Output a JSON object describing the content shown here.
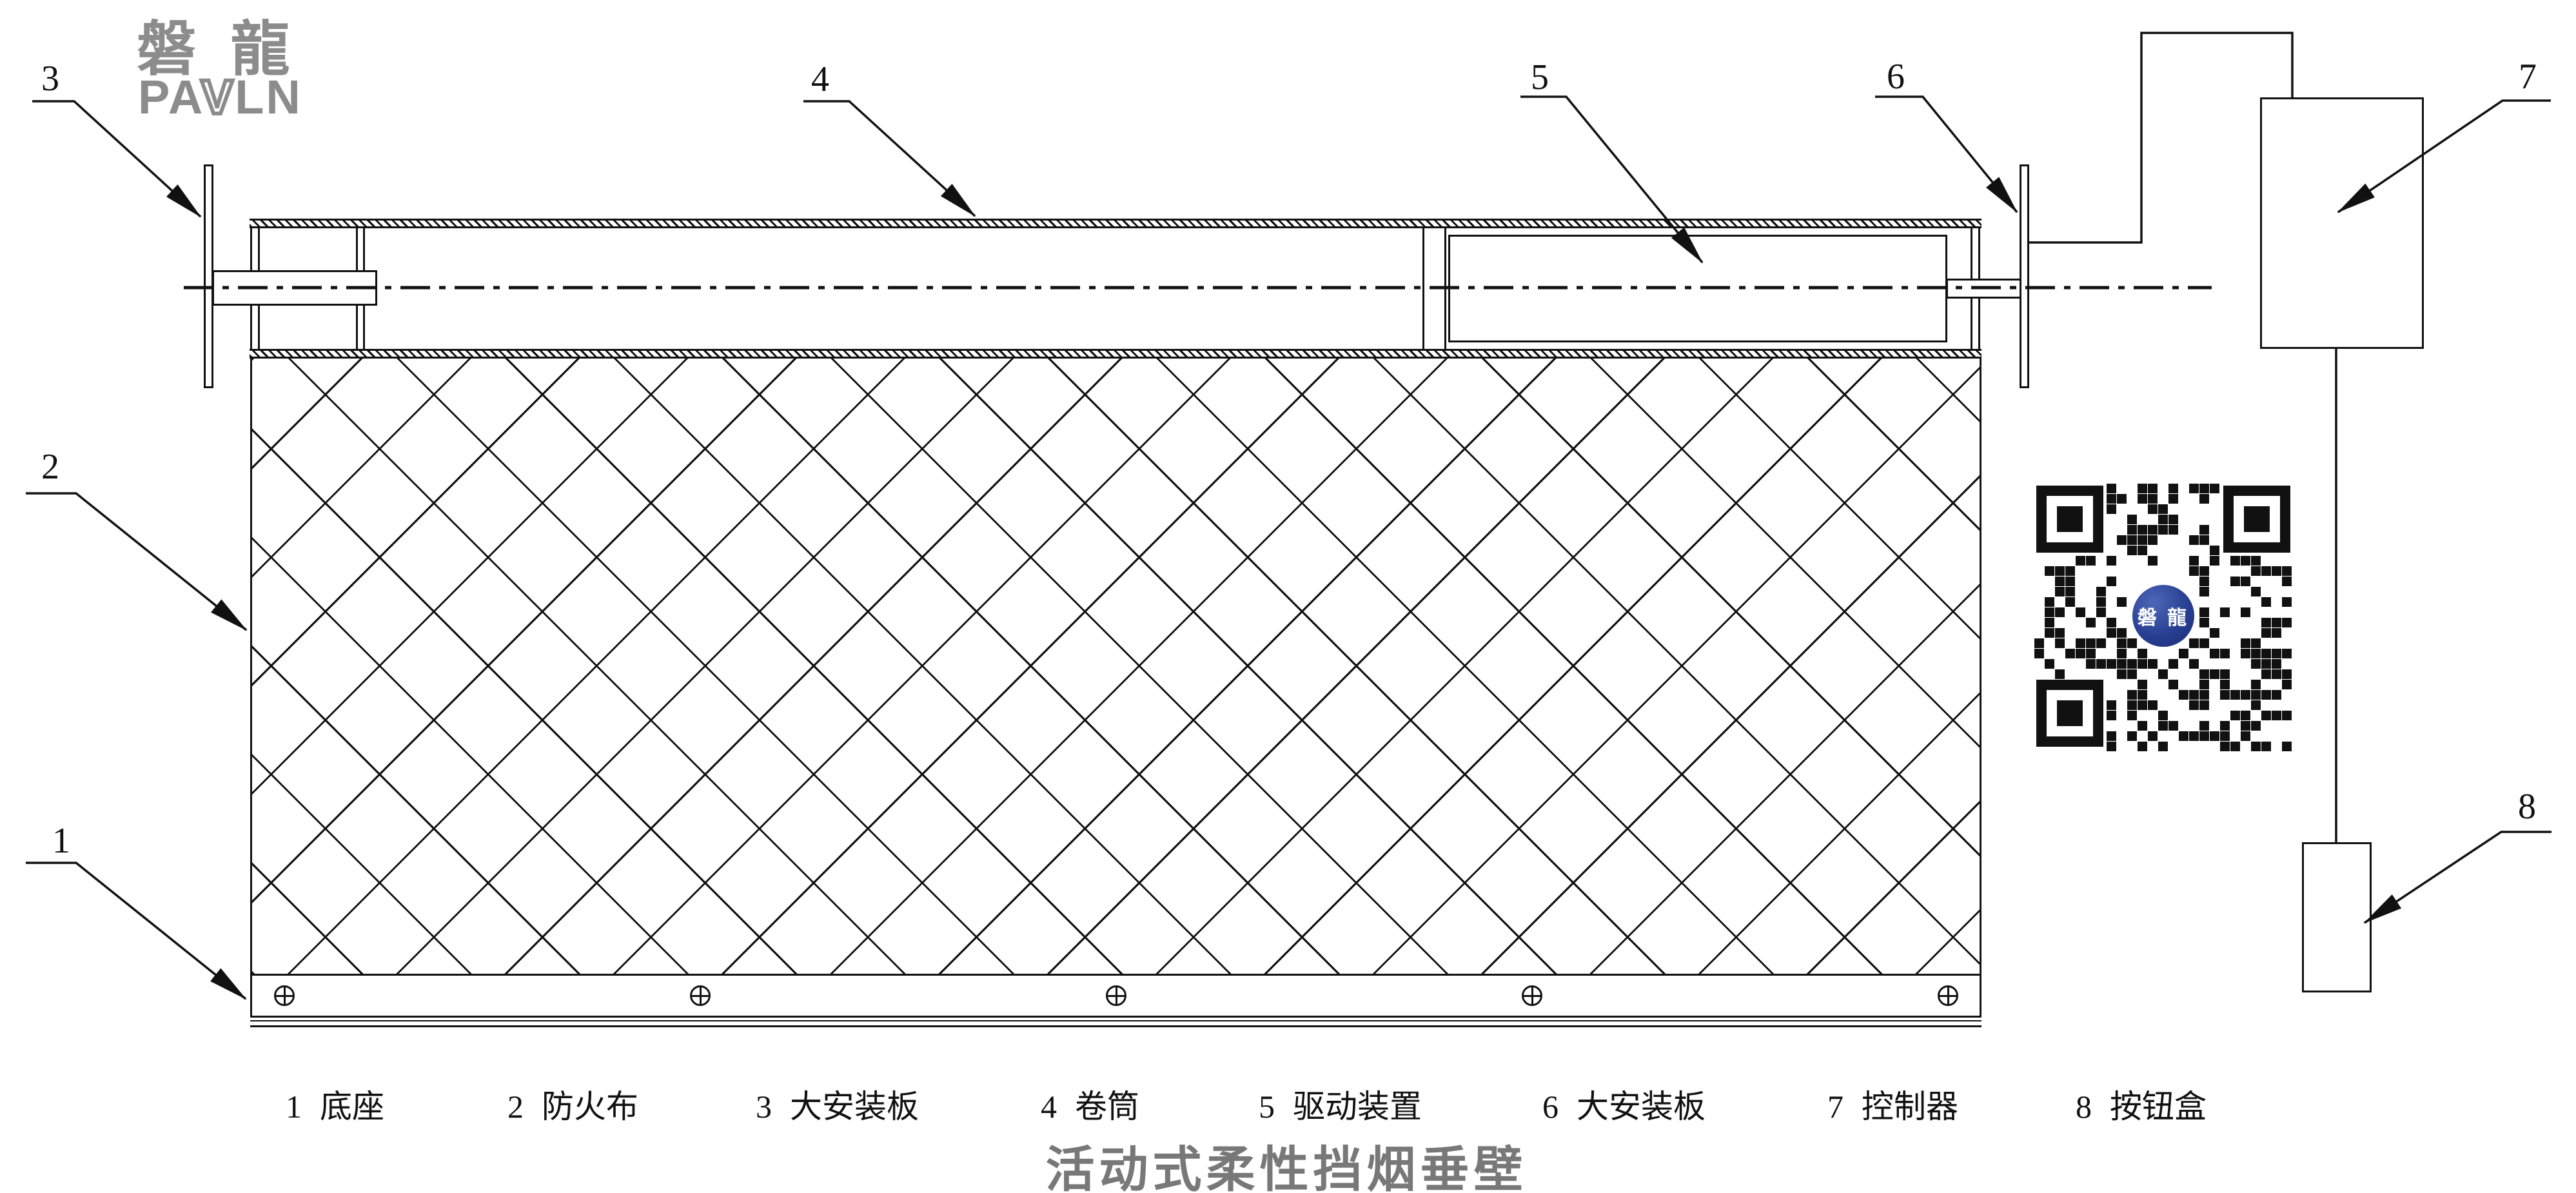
{
  "logo": {
    "cn": "磐 龍",
    "en_pa": "PA",
    "en_v": "V",
    "en_ln": "LN"
  },
  "callouts": {
    "c1": "1",
    "c2": "2",
    "c3": "3",
    "c4": "4",
    "c5": "5",
    "c6": "6",
    "c7": "7",
    "c8": "8"
  },
  "legend": {
    "items": [
      {
        "num": "1",
        "label": "底座"
      },
      {
        "num": "2",
        "label": "防火布"
      },
      {
        "num": "3",
        "label": "大安装板"
      },
      {
        "num": "4",
        "label": "卷筒"
      },
      {
        "num": "5",
        "label": "驱动装置"
      },
      {
        "num": "6",
        "label": "大安装板"
      },
      {
        "num": "7",
        "label": "控制器"
      },
      {
        "num": "8",
        "label": "按钮盒"
      }
    ]
  },
  "title": "活动式柔性挡烟垂壁",
  "qr": {
    "logo_text": "磐 龍"
  },
  "colors": {
    "line": "#111111",
    "logo_gray": "#8c8c8c",
    "title_gray": "#787878",
    "qr_blue": "#263d8f"
  }
}
